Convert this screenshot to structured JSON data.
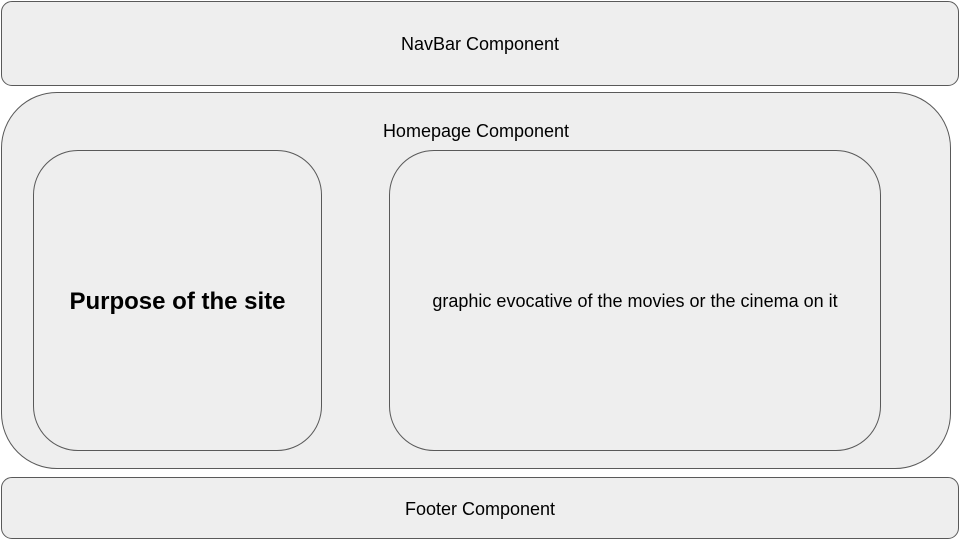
{
  "navbar": {
    "label": "NavBar Component"
  },
  "homepage": {
    "label": "Homepage Component",
    "purpose": {
      "label": "Purpose of the site"
    },
    "graphic": {
      "label": "graphic evocative of the movies or the cinema on it"
    }
  },
  "footer": {
    "label": "Footer Component"
  },
  "colors": {
    "box_fill": "#eeeeee",
    "box_border": "#595959",
    "text": "#000000"
  }
}
